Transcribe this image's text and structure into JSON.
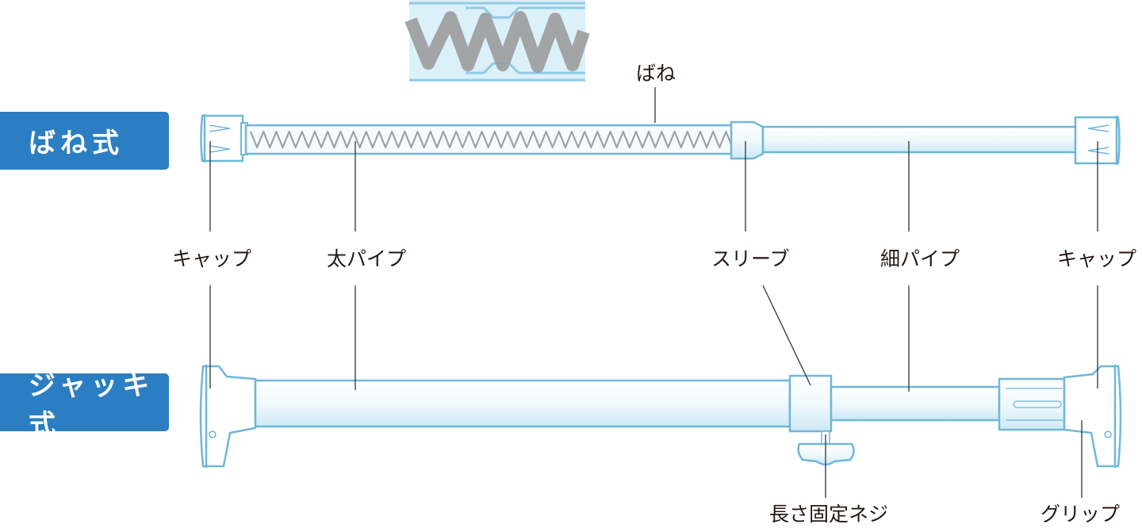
{
  "badges": {
    "spring": "ばね式",
    "jack": "ジャッキ式"
  },
  "labels": {
    "spring": "ばね",
    "cap_left": "キャップ",
    "thick_pipe": "太パイプ",
    "sleeve": "スリーブ",
    "thin_pipe": "細パイプ",
    "cap_right": "キャップ",
    "fixing_screw": "長さ固定ネジ",
    "grip": "グリップ"
  },
  "colors": {
    "badge": "#2b7ec1",
    "outline": "#6fb7d9",
    "pipe_fill": "#eaf6fc",
    "inset_bg": "#dbeef8",
    "spring": "#a9a9a9",
    "leader": "#333333"
  }
}
